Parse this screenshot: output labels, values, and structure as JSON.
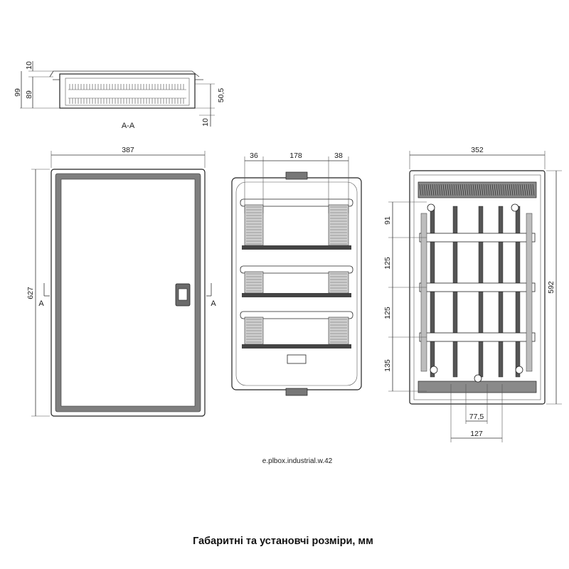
{
  "section_view": {
    "label": "A-A",
    "dims": {
      "top_offset": "10",
      "total_height": "99",
      "body_height": "89",
      "depth": "50,5",
      "bottom_offset": "10"
    }
  },
  "front_view": {
    "width": "387",
    "height": "627",
    "section_mark_left": "A",
    "section_mark_right": "A"
  },
  "inner_view": {
    "dims": {
      "left": "36",
      "middle": "178",
      "right": "38"
    }
  },
  "rear_view": {
    "width": "352",
    "height": "592",
    "row_pitch_top": "91",
    "row_pitch_1": "125",
    "row_pitch_2": "125",
    "row_pitch_bottom": "135",
    "hole_spacing_inner": "77,5",
    "hole_spacing_outer": "127"
  },
  "model_code": "e.plbox.industrial.w.42",
  "caption": "Габаритні та установчі розміри, мм"
}
